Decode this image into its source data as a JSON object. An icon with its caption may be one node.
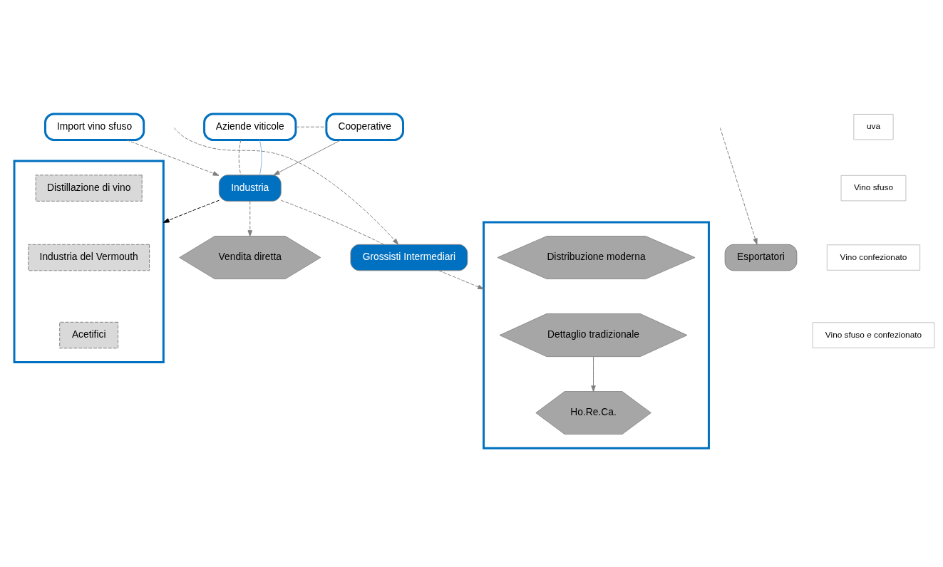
{
  "diagram": {
    "nodes": [
      {
        "text": [
          "Import vino sfuso"
        ]
      },
      {
        "text": [
          "Aziende viticole"
        ]
      },
      {
        "text": [
          "Cooperative"
        ]
      },
      {
        "text": [
          "Industria"
        ]
      },
      {
        "text": [],
        "shape": "box"
      },
      {
        "text": [
          "Distillazione di vino"
        ],
        "in": 4
      },
      {
        "text": [
          "Industria del Vermouth"
        ],
        "in": 4
      },
      {
        "text": [
          "Acetifici"
        ],
        "in": 4
      },
      {
        "text": [
          "Vendita diretta"
        ]
      },
      {
        "text": [
          "Grossisti Intermediari"
        ]
      },
      {
        "text": [],
        "shape": "box"
      },
      {
        "text": [
          "Distribuzione moderna"
        ],
        "in": 10
      },
      {
        "text": [
          "Dettaglio tradizionale"
        ],
        "in": 10
      },
      {
        "text": [
          "Ho.Re.Ca."
        ],
        "in": 10
      },
      {
        "text": [
          "Esportatori"
        ]
      }
    ],
    "edges": [
      {
        "from": 1,
        "to": 2,
        "arrow": "none",
        "style": "dashed"
      },
      {
        "from": 0,
        "to": 3,
        "arrow": "to",
        "style": "dashed"
      },
      {
        "from": 1,
        "to": 3,
        "arrow": "none",
        "style": "dashed"
      },
      {
        "from": 1,
        "to": 3,
        "arrow": "none",
        "color": "#8eb4e3"
      },
      {
        "from": 2,
        "to": 3,
        "arrow": "to"
      },
      {
        "from": 3,
        "to": 4,
        "arrow": "to",
        "style": "dashed",
        "color": "#000000"
      },
      {
        "from": 3,
        "to": 8,
        "arrow": "to",
        "style": "dashed"
      },
      {
        "from": 3,
        "to": 9,
        "arrow": "none",
        "style": "dashed"
      },
      {
        "from": 9,
        "to": 10,
        "arrow": "to",
        "style": "dashed"
      },
      {
        "from": null,
        "to": 9,
        "arrow": "to",
        "style": "dashed"
      },
      {
        "from": null,
        "to": 14,
        "arrow": "to",
        "style": "dashed"
      },
      {
        "from": 12,
        "to": 13,
        "arrow": "to"
      }
    ],
    "legend": [
      {
        "text": "uva"
      },
      {
        "text": "Vino sfuso"
      },
      {
        "text": "Vino confezionato"
      },
      {
        "text": "Vino sfuso e confezionato"
      }
    ]
  }
}
